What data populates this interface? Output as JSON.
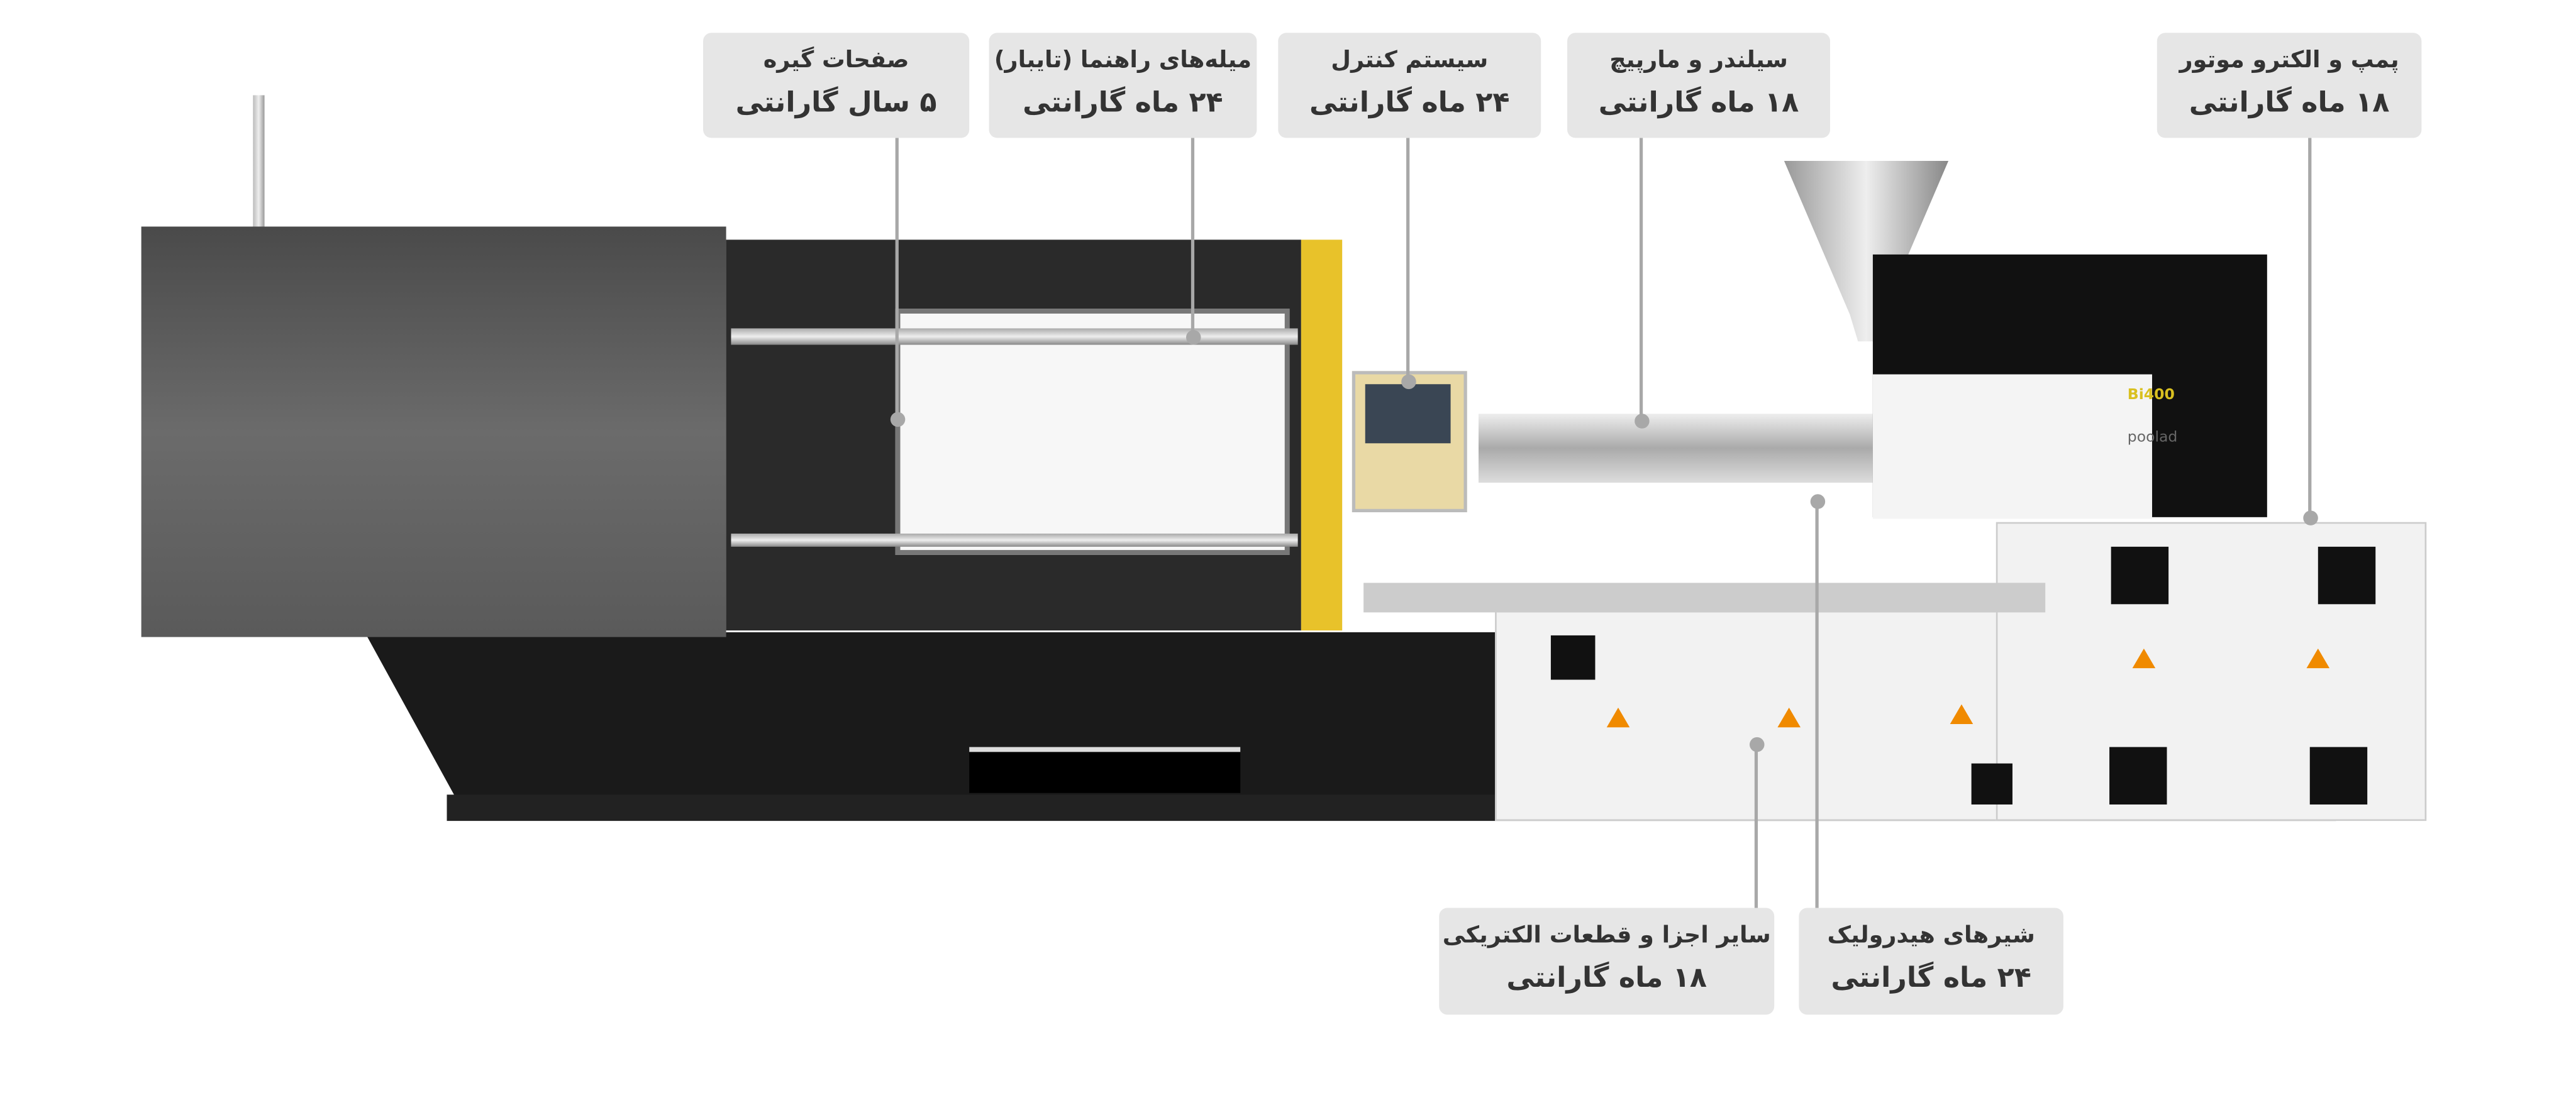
{
  "labels": [
    {
      "title": "صفحات گیره",
      "warranty": "۵ سال گارانتی"
    },
    {
      "title": "میله‌های راهنما (تایبار)",
      "warranty": "۲۴ ماه گارانتی"
    },
    {
      "title": "سیستم کنترل",
      "warranty": "۲۴ ماه گارانتی"
    },
    {
      "title": "سیلندر و مارپیچ",
      "warranty": "۱۸ ماه گارانتی"
    },
    {
      "title": "پمپ و الکترو موتور",
      "warranty": "۱۸ ماه گارانتی"
    },
    {
      "title": "سایر اجزا و قطعات الکتریکی",
      "warranty": "۱۸ ماه گارانتی"
    },
    {
      "title": "شیرهای هیدرولیک",
      "warranty": "۲۴ ماه گارانتی"
    }
  ],
  "machine": {
    "model": "Bi400",
    "brand": "poolad"
  },
  "colors": {
    "label_bg": "#e6e6e6",
    "accent_yellow": "#e8c22a",
    "warning": "#f08a00"
  }
}
